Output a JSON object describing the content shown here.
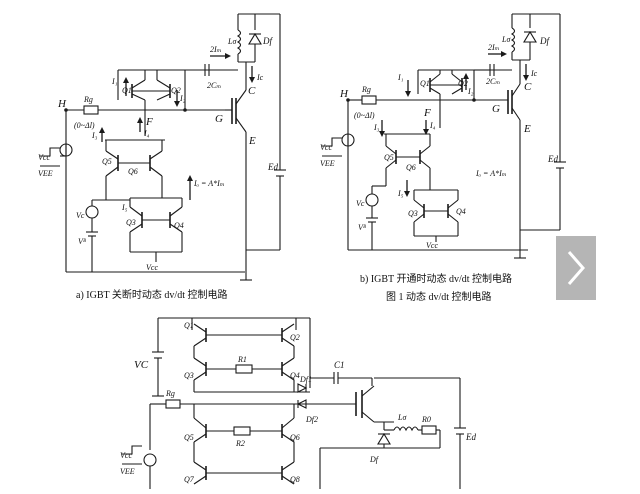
{
  "figure": {
    "caption_a": "a)  IGBT 关断时动态 dv/dt 控制电路",
    "caption_b": "b)  IGBT 开通时动态 dv/dt 控制电路",
    "caption_fig": "图 1   动态 dv/dt 控制电路"
  },
  "circuit_a": {
    "H": "H",
    "Rg": "Rg",
    "I1": "I₁",
    "I2": "I₂",
    "Q1": "Q1",
    "Q2": "Q2",
    "twoIm": "2Iₘ",
    "twoCM": "2Cₘ",
    "L": "Lσ",
    "Df": "Df",
    "Ic": "Ic",
    "C": "C",
    "G": "G",
    "E": "E",
    "F": "F",
    "I3": "I₃",
    "I4": "I₄",
    "Q5": "Q5",
    "Q6": "Q6",
    "Q3": "Q3",
    "Q4": "Q4",
    "I5": "I₅",
    "IA": "Iₐ = A*Iₘ",
    "Ed": "Ed",
    "Vcc": "Vcc",
    "Vc": "Vc",
    "Vb": "Vᴮ",
    "Vge_top": "Vcc",
    "Vge_bot": "VEE",
    "range": "(0~Δl)"
  },
  "circuit_b": {
    "H": "H",
    "Rg": "Rg",
    "I1": "I₁",
    "I2": "I₂",
    "Q1": "Q1",
    "Q2": "Q2",
    "twoIm": "2Iₘ",
    "twoCM": "2Cₘ",
    "L": "Lσ",
    "Df": "Df",
    "Ic": "Ic",
    "C": "C",
    "G": "G",
    "E": "E",
    "F": "F",
    "I3": "I₃",
    "I4": "I₄",
    "Q5": "Q5",
    "Q6": "Q6",
    "Q3": "Q3",
    "Q4": "Q4",
    "I5": "I₅",
    "IA": "Iₐ = A*Iₘ",
    "Ed": "Ed",
    "Vcc": "Vcc",
    "Vc": "Vc",
    "Vb": "Vᴮ",
    "Vge_top": "Vcc",
    "Vge_bot": "VEE",
    "range": "(0~Δl)"
  },
  "circuit_c": {
    "Q1": "Q1",
    "Q2": "Q2",
    "Q3": "Q3",
    "Q4": "Q4",
    "R1": "R1",
    "Q5": "Q5",
    "Q6": "Q6",
    "Q7": "Q7",
    "Q8": "Q8",
    "R2": "R2",
    "Vc": "VC",
    "Rg": "Rg",
    "Df1": "Df1",
    "Df2": "Df2",
    "C1": "C1",
    "Lo": "Lσ",
    "Ro": "R0",
    "Df": "Df",
    "Ed": "Ed",
    "Vge_top": "Vcc",
    "Vge_bot": "VEE"
  },
  "nav": {
    "icon": "chevron-right-icon"
  }
}
